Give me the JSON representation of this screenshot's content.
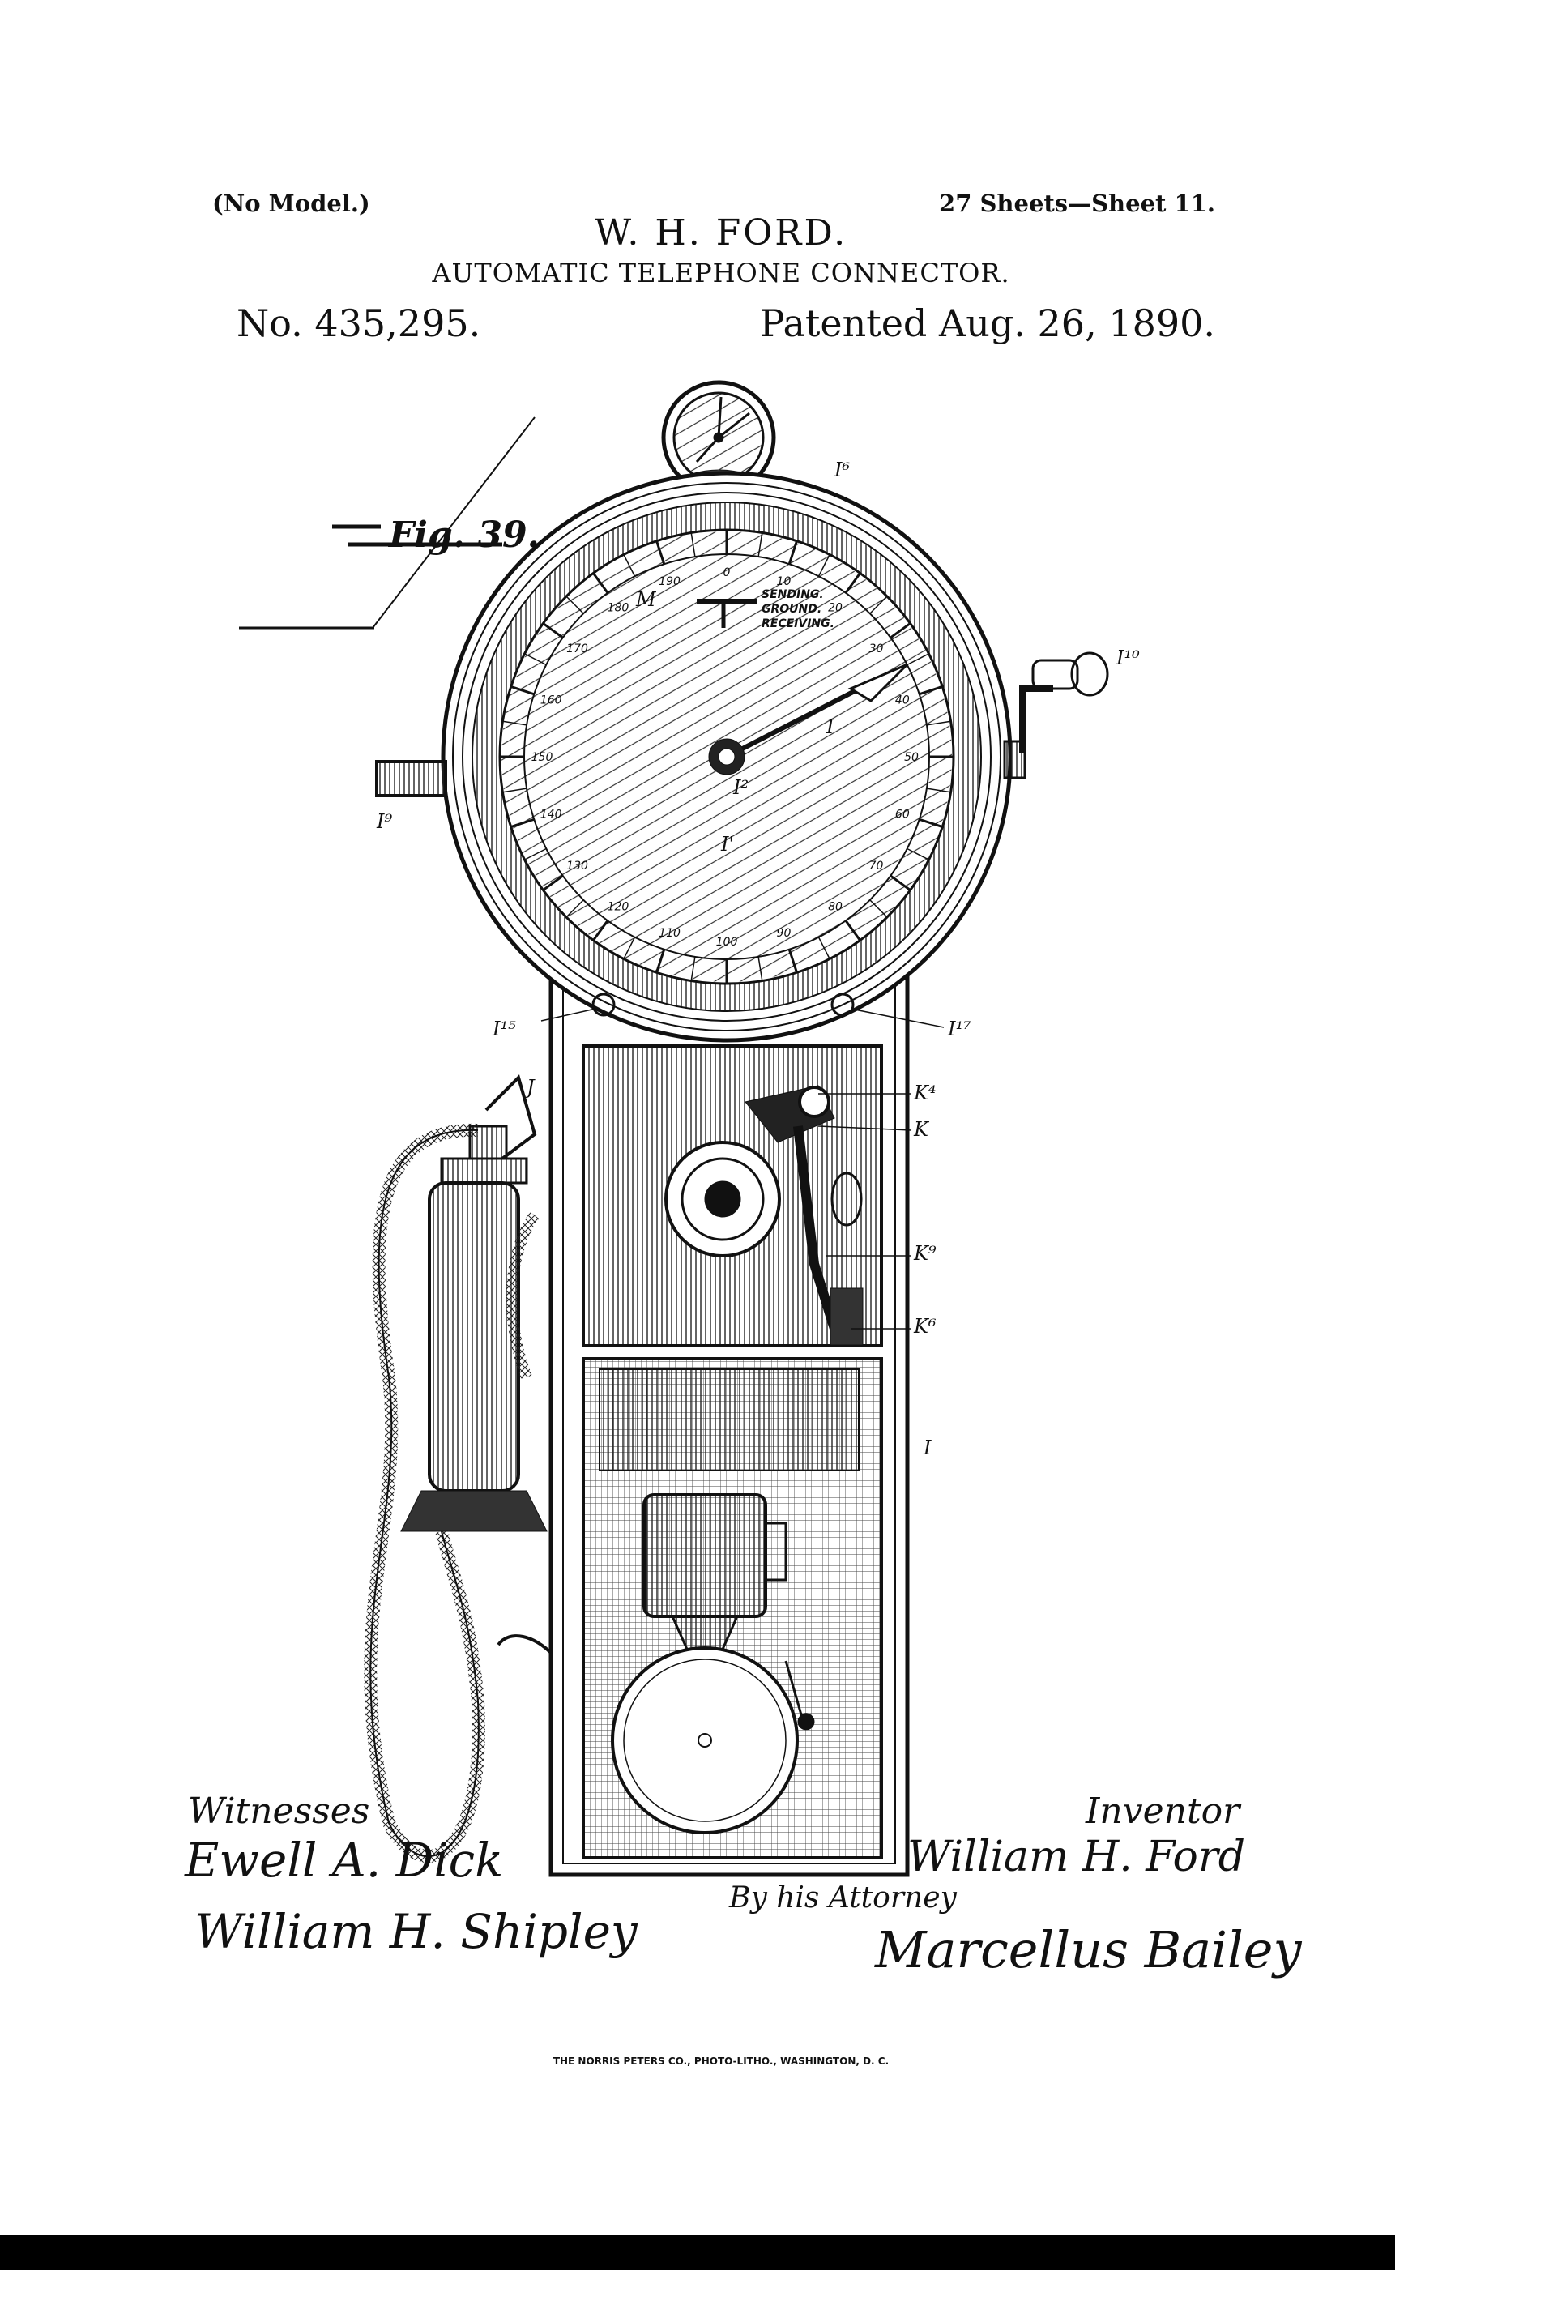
{
  "header": {
    "model_note": "(No Model.)",
    "sheet_info": "27 Sheets—Sheet 11.",
    "inventor": "W. H. FORD.",
    "title": "AUTOMATIC TELEPHONE CONNECTOR.",
    "patent_number": "No. 435,295.",
    "patent_date": "Patented Aug. 26, 1890."
  },
  "figure": {
    "label": "Fig. 39.",
    "dial_numbers": [
      "0",
      "10",
      "20",
      "30",
      "40",
      "50",
      "60",
      "70",
      "80",
      "90",
      "100",
      "110",
      "120",
      "130",
      "140",
      "150",
      "160",
      "170",
      "180",
      "190"
    ],
    "indicator_labels": [
      "SENDING.",
      "GROUND.",
      "RECEIVING."
    ],
    "reference_labels": {
      "m": "M",
      "i": "I",
      "i2": "I²",
      "i1": "I'",
      "i6": "I⁶",
      "i10": "I¹⁰",
      "i9": "I⁹",
      "i15": "I¹⁵",
      "i17": "I¹⁷",
      "j": "J",
      "k4": "K⁴",
      "k": "K",
      "k9": "K⁹",
      "k6": "K⁶",
      "i_body": "I"
    }
  },
  "signatures": {
    "witnesses_label": "Witnesses",
    "witness_1": "Ewell A. Dick",
    "witness_2": "William H. Shipley",
    "inventor_label": "Inventor",
    "inventor_signature": "William H. Ford",
    "attorney_label": "By his Attorney",
    "attorney_signature": "Marcellus Bailey"
  },
  "footer": {
    "printer": "THE NORRIS PETERS CO., PHOTO-LITHO., WASHINGTON, D. C."
  }
}
